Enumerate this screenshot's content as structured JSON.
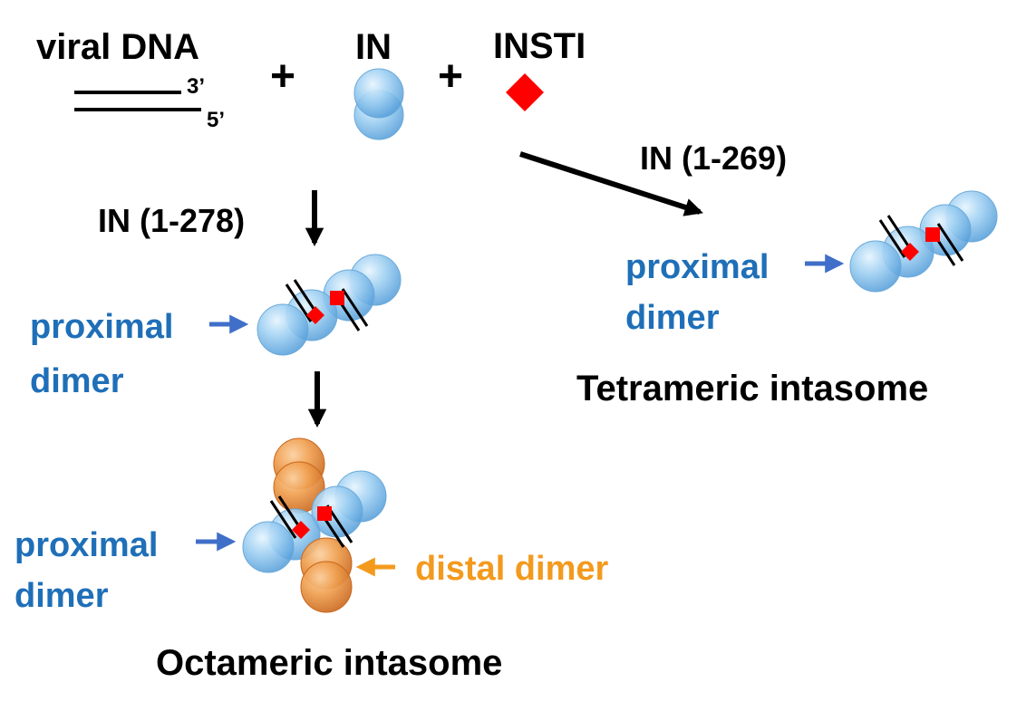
{
  "reactants": {
    "viral_dna": {
      "label": "viral DNA",
      "end_top": "3’",
      "end_bottom": "5’"
    },
    "plus_1": "+",
    "in": {
      "label": "IN"
    },
    "plus_2": "+",
    "insti": {
      "label": "INSTI"
    }
  },
  "pathways": {
    "left": {
      "construct": "IN (1-278)",
      "intermediate": {
        "proximal_label_line1": "proximal",
        "proximal_label_line2": "dimer"
      },
      "product": {
        "proximal_label_line1": "proximal",
        "proximal_label_line2": "dimer",
        "distal_label": "distal dimer",
        "title": "Octameric  intasome"
      }
    },
    "right": {
      "construct": "IN (1-269)",
      "product": {
        "proximal_label_line1": "proximal",
        "proximal_label_line2": "dimer",
        "title": "Tetrameric  intasome"
      }
    }
  },
  "icons": {
    "insti": "red-diamond-icon",
    "in_subunit": "blue-sphere-icon",
    "distal_subunit": "orange-sphere-icon",
    "dna": "dna-duplex-lines-icon",
    "arrow": "arrow-icon"
  },
  "colors": {
    "text": "#000000",
    "proximal": "#1f6fb8",
    "distal": "#f39a1e",
    "insti": "#ff0000",
    "arrow_blue": "#3f6fc9",
    "arrow_orange": "#f39a1e",
    "in_blue": "#6fb4e6",
    "distal_orange": "#ec8a2c"
  }
}
